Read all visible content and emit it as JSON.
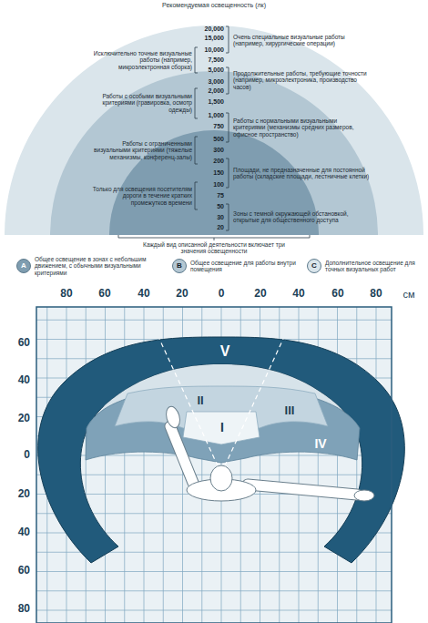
{
  "diagram": {
    "title": "Рекомендуемая освещенность (лк)",
    "caption": "Каждый вид описанной деятельности включает три значения освещенности",
    "nodes": [
      {
        "text": [
          "V"
        ]
      },
      {
        "text": [
          "II"
        ]
      },
      {
        "text": [
          "I"
        ]
      },
      {
        "text": [
          "III"
        ]
      },
      {
        "text": [
          "IV"
        ]
      }
    ],
    "labels": [
      "20,000",
      "15,000",
      "10,000",
      "7,500",
      "5,000",
      "3,000",
      "2,000",
      "1,500",
      "1,000",
      "750",
      "500",
      "300",
      "200",
      "150",
      "100",
      "75",
      "50",
      "30",
      "20",
      "Исключительно точные визуальные работы (например, микроэлектронная сборка)",
      "Работы с особыми визуальными критериями (гравировка, осмотр одежды)",
      "Работы с ограниченными визуальными критериями (тяжелые механизмы, конференц-залы)",
      "Только для освещения посетителям дороги в течение кратких промежутков времени",
      "Очень специальные визуальные работы (например, хирургические операции)",
      "Продолжительные работы, требующие точности (например, микроэлектроника, производство часов)",
      "Работы с нормальными визуальными критериями (механизмы средних размеров, офисное пространство)",
      "Площади, не предназначенные для постоянной работы (складские площади, лестничные клетки)",
      "Зоны с темной окружающей обстановкой, открытые для общественного доступа",
      "A",
      "B",
      "C",
      "80",
      "60",
      "40",
      "20",
      "0",
      "20",
      "40",
      "60",
      "80",
      "см",
      "60",
      "40",
      "20",
      "0",
      "20",
      "40",
      "60",
      "80"
    ],
    "legend": [
      {
        "text": "Общее освещение в зонах с небольшим движением, с обычными визуальными критериями",
        "color": "#7f9db0"
      },
      {
        "text": "Общее освещение для работы внутри помещения",
        "color": "#b3c7d3"
      },
      {
        "text": "Дополнительное освещение для точных визуальных работ",
        "color": "#dae5eb"
      }
    ]
  }
}
